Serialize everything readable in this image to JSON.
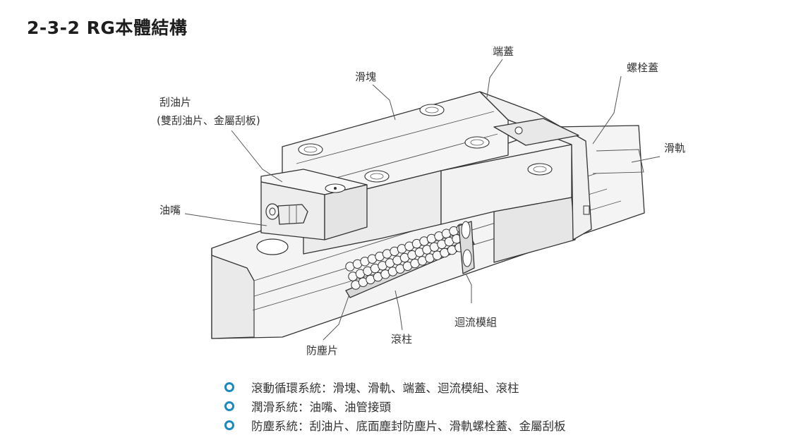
{
  "title": "2-3-2 RG本體結構",
  "labels": {
    "end_cap": "端蓋",
    "block": "滑塊",
    "bolt_cap": "螺栓蓋",
    "scraper": "刮油片",
    "scraper_sub": "(雙刮油片、金屬刮板)",
    "rail": "滑軌",
    "grease_nipple": "油嘴",
    "recirculation": "迴流模組",
    "roller": "滾柱",
    "dust_seal": "防塵片"
  },
  "systems": [
    "滾動循環系統：滑塊、滑軌、端蓋、迴流模組、滾柱",
    "潤滑系統：油嘴、油管接頭",
    "防塵系統：刮油片、底面塵封防塵片、滑軌螺栓蓋、金屬刮板"
  ],
  "colors": {
    "bullet": "#1a8ac0",
    "title": "#1e1e1e"
  },
  "icons": {
    "bullet": "circle-outline-icon",
    "nipple": "grease-nipple-icon"
  }
}
